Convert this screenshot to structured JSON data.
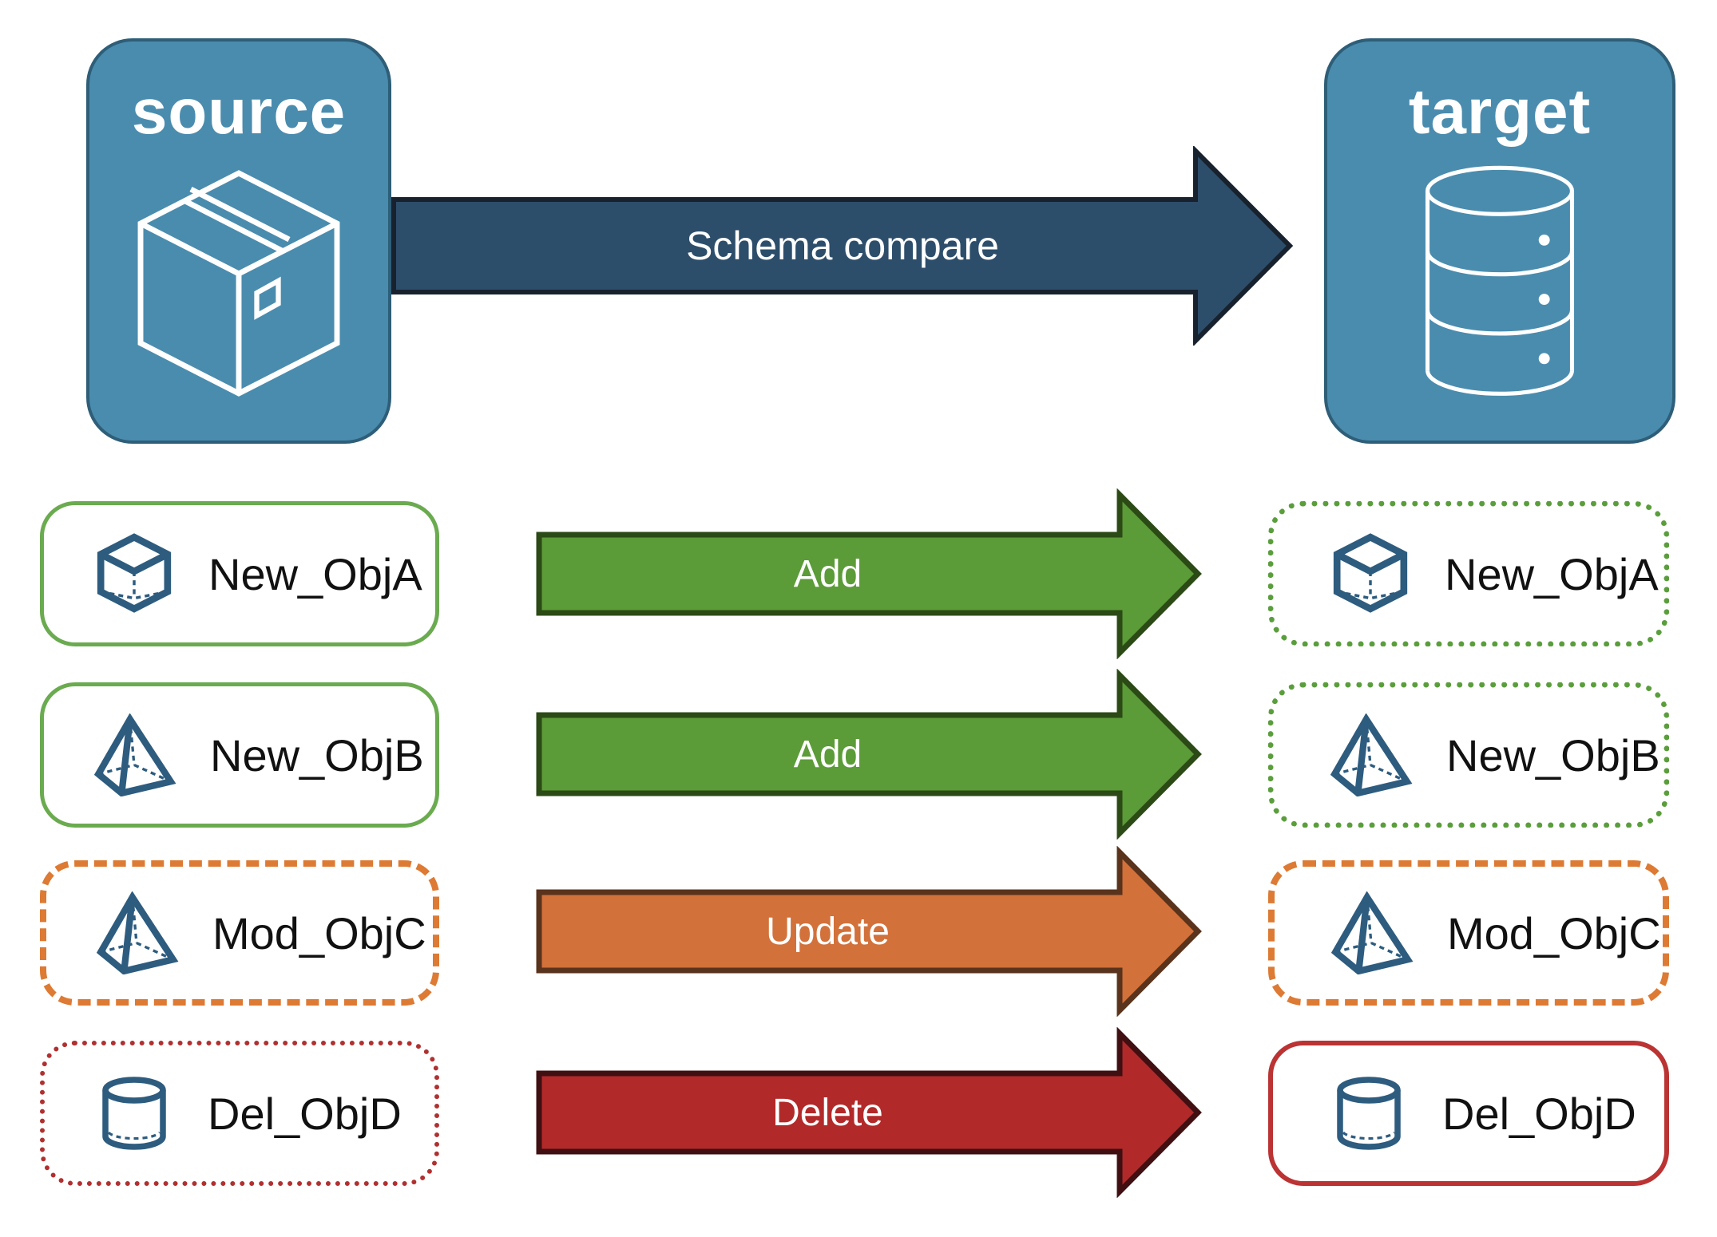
{
  "diagram": {
    "title": "schema-compare-flow",
    "nodes": {
      "source": {
        "label": "source",
        "icon": "package-icon"
      },
      "target": {
        "label": "target",
        "icon": "database-icon"
      }
    },
    "schema_arrow": {
      "label": "Schema compare"
    },
    "rows": [
      {
        "name": "New_ObjA",
        "action": "Add",
        "icon": "cube-icon",
        "source_style": "green-solid",
        "target_style": "green-dotted"
      },
      {
        "name": "New_ObjB",
        "action": "Add",
        "icon": "pyramid-icon",
        "source_style": "green-solid",
        "target_style": "green-dotted"
      },
      {
        "name": "Mod_ObjC",
        "action": "Update",
        "icon": "pyramid-icon",
        "source_style": "orange-dashed",
        "target_style": "orange-dashed"
      },
      {
        "name": "Del_ObjD",
        "action": "Delete",
        "icon": "cylinder-icon",
        "source_style": "red-dotted",
        "target_style": "red-solid"
      }
    ],
    "colors": {
      "node_fill": "#4A8CAE",
      "node_border": "#2E5E78",
      "node_icon_stroke": "#FFFFFF",
      "object_icon_stroke": "#2D5C7F",
      "schema_arrow_fill": "#2D4E6B",
      "schema_arrow_border": "#17222E",
      "add_arrow_fill": "#5B9B38",
      "add_arrow_border": "#2B4A15",
      "update_arrow_fill": "#D2713A",
      "update_arrow_border": "#59331C",
      "delete_arrow_fill": "#B22929",
      "delete_arrow_border": "#400F12",
      "green_solid_border": "#6AAB4F",
      "green_dotted_border": "#5A9E3C",
      "orange_dashed_border": "#DD7A33",
      "red_dotted_border": "#B03030",
      "red_solid_border": "#BB3333",
      "label_text": "#111111"
    }
  }
}
